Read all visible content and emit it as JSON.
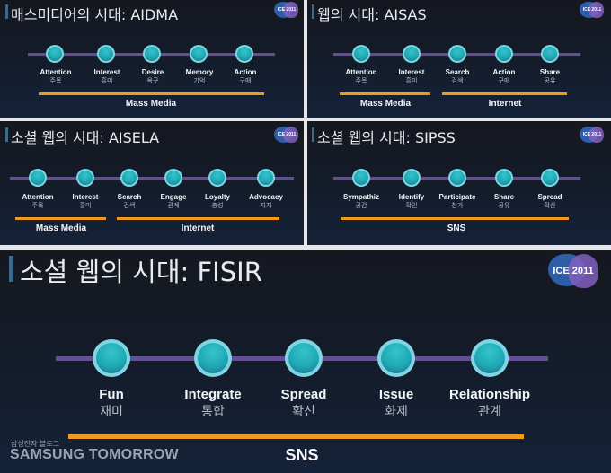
{
  "colors": {
    "background_gap": "#e6e6e8",
    "panel_top": "#15181f",
    "panel_bottom": "#142238",
    "timeline_line": "#6a49a3",
    "node_ring": "#7fd6e2",
    "node_fill": "#1eaab4",
    "group_bar": "#f39a1e",
    "title_accent": "#3a6a8e"
  },
  "logo": {
    "text": "ICE 2011"
  },
  "panels": [
    {
      "title": "매스미디어의 시대: AIDMA",
      "steps": [
        {
          "en": "Attention",
          "ko": "주목"
        },
        {
          "en": "Interest",
          "ko": "흥미"
        },
        {
          "en": "Desire",
          "ko": "욕구"
        },
        {
          "en": "Memory",
          "ko": "기억"
        },
        {
          "en": "Action",
          "ko": "구매"
        }
      ],
      "groups": [
        {
          "label": "Mass Media"
        }
      ]
    },
    {
      "title": "웹의 시대: AISAS",
      "steps": [
        {
          "en": "Attention",
          "ko": "주목"
        },
        {
          "en": "Interest",
          "ko": "흥미"
        },
        {
          "en": "Search",
          "ko": "검색"
        },
        {
          "en": "Action",
          "ko": "구매"
        },
        {
          "en": "Share",
          "ko": "공유"
        }
      ],
      "groups": [
        {
          "label": "Mass Media"
        },
        {
          "label": "Internet"
        }
      ]
    },
    {
      "title": "소셜 웹의 시대: AISELA",
      "steps": [
        {
          "en": "Attention",
          "ko": "주목"
        },
        {
          "en": "Interest",
          "ko": "흥미"
        },
        {
          "en": "Search",
          "ko": "검색"
        },
        {
          "en": "Engage",
          "ko": "관계"
        },
        {
          "en": "Loyalty",
          "ko": "충성"
        },
        {
          "en": "Advocacy",
          "ko": "지지"
        }
      ],
      "groups": [
        {
          "label": "Mass Media"
        },
        {
          "label": "Internet"
        }
      ]
    },
    {
      "title": "소셜 웹의 시대: SIPSS",
      "steps": [
        {
          "en": "Sympathiz",
          "ko": "공감"
        },
        {
          "en": "Identify",
          "ko": "확인"
        },
        {
          "en": "Participate",
          "ko": "참가"
        },
        {
          "en": "Share",
          "ko": "공유"
        },
        {
          "en": "Spread",
          "ko": "확산"
        }
      ],
      "groups": [
        {
          "label": "SNS"
        }
      ]
    },
    {
      "title": "소셜 웹의 시대: FISIR",
      "steps": [
        {
          "en": "Fun",
          "ko": "재미"
        },
        {
          "en": "Integrate",
          "ko": "통합"
        },
        {
          "en": "Spread",
          "ko": "확신"
        },
        {
          "en": "Issue",
          "ko": "화제"
        },
        {
          "en": "Relationship",
          "ko": "관계"
        }
      ],
      "groups": [
        {
          "label": "SNS"
        }
      ]
    }
  ],
  "branding": {
    "korean": "삼성전자 블로그",
    "english": "SAMSUNG TOMORROW"
  }
}
